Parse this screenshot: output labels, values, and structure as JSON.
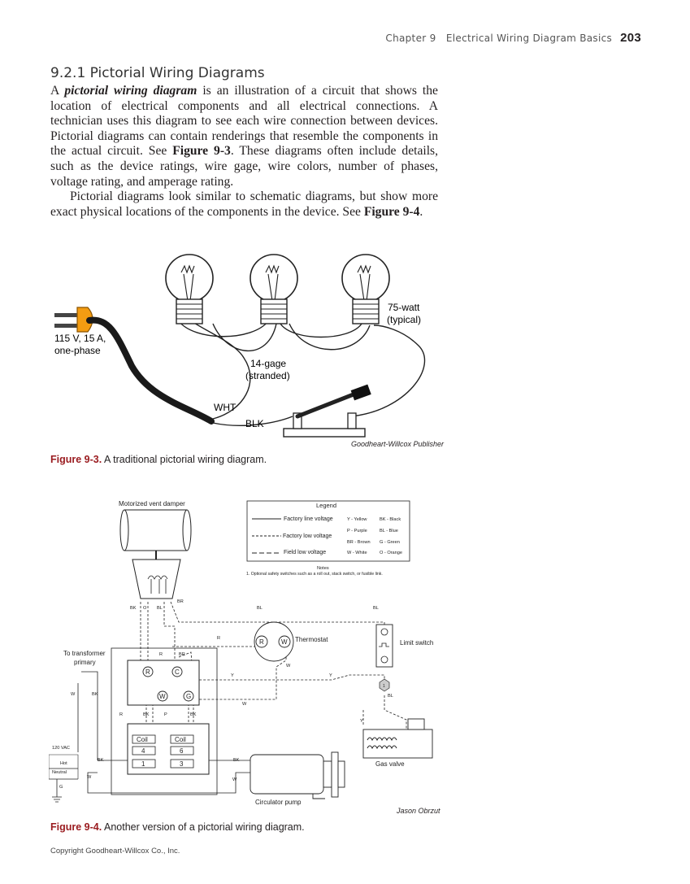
{
  "header": {
    "chapter": "Chapter 9",
    "chapter_title": "Electrical Wiring Diagram Basics",
    "page_number": "203"
  },
  "section_title": "9.2.1 Pictorial Wiring Diagrams",
  "para1": {
    "p1": "A ",
    "term": "pictorial wiring diagram",
    "p2": " is an illustration of a circuit that shows the location of electrical components and all electrical connections. A technician uses this diagram to see each wire connection between devices. Pictorial diagrams can contain renderings that resemble the components in the actual circuit. See ",
    "ref": "Figure 9-3",
    "p3": ". These diagrams often include details, such as the device ratings, wire gage, wire colors, number of phases, voltage rating, and amperage rating."
  },
  "para2": {
    "p1": "Pictorial diagrams look similar to schematic diagrams, but show more exact physical locations of the components in the device. See ",
    "ref": "Figure 9-4",
    "p2": "."
  },
  "figure1": {
    "labels": {
      "supply_a": "115 V, 15 A,",
      "supply_b": "one-phase",
      "lamp_a": "75-watt",
      "lamp_b": "(typical)",
      "wire_a": "14-gage",
      "wire_b": "(stranded)",
      "wht": "WHT",
      "blk": "BLK"
    },
    "credit": "Goodheart-Willcox Publisher",
    "caption_label": "Figure 9-3.",
    "caption_text": " A traditional pictorial wiring diagram."
  },
  "figure2": {
    "damper_label": "Motorized vent damper",
    "legend": {
      "title": "Legend",
      "factory_line": "Factory line voltage",
      "factory_low": "Factory low voltage",
      "field_low": "Field low voltage",
      "colors": [
        "Y - Yellow",
        "BK - Black",
        "P - Purple",
        "BL - Blue",
        "BR - Brown",
        "G - Green",
        "W - White",
        "O - Orange"
      ],
      "notes_title": "Notes",
      "notes_1": "1. Optional safety switches such as a roll out, stack switch, or fusible link."
    },
    "thermostat": "Thermostat",
    "limit_switch": "Limit switch",
    "transformer_a": "To transformer",
    "transformer_b": "primary",
    "gas_valve": "Gas valve",
    "circulator": "Circulator pump",
    "vac": "120 VAC",
    "hot": "Hot",
    "neutral": "Neutral",
    "ground": "G",
    "coil": "Coil",
    "relay": {
      "r": "R",
      "c": "C",
      "w": "W",
      "g": "G"
    },
    "thermo_r": "R",
    "thermo_w": "W",
    "pins": {
      "p4": "4",
      "p6": "6",
      "p1": "1",
      "p3": "3"
    },
    "fuse": "1",
    "wire": {
      "bk": "BK",
      "o": "O",
      "bl": "BL",
      "br": "BR",
      "r": "R",
      "w": "W",
      "y": "Y",
      "p": "P"
    },
    "credit": "Jason Obrzut",
    "caption_label": "Figure 9-4.",
    "caption_text": " Another version of a pictorial wiring diagram."
  },
  "footer": "Copyright Goodheart-Willcox Co., Inc."
}
